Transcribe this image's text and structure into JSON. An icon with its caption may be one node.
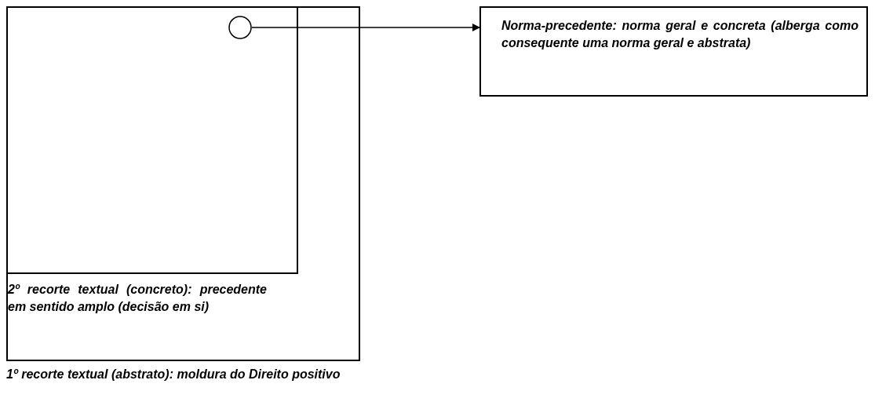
{
  "diagram": {
    "nodes": [
      {
        "text": [
          "1º recorte textual (abstrato): moldura do Direito positivo"
        ]
      },
      {
        "text": [
          "2º recorte textual (concreto): precedente em sentido amplo (decisão em si)"
        ],
        "in": 0
      },
      {
        "text": [],
        "shape": "circle",
        "in": 1
      },
      {
        "text": [
          "Norma-precedente: norma geral e concreta (alberga como consequente uma norma geral e abstrata)"
        ]
      }
    ],
    "edges": [
      {
        "from": 2,
        "to": 3,
        "arrow": "to"
      }
    ]
  }
}
